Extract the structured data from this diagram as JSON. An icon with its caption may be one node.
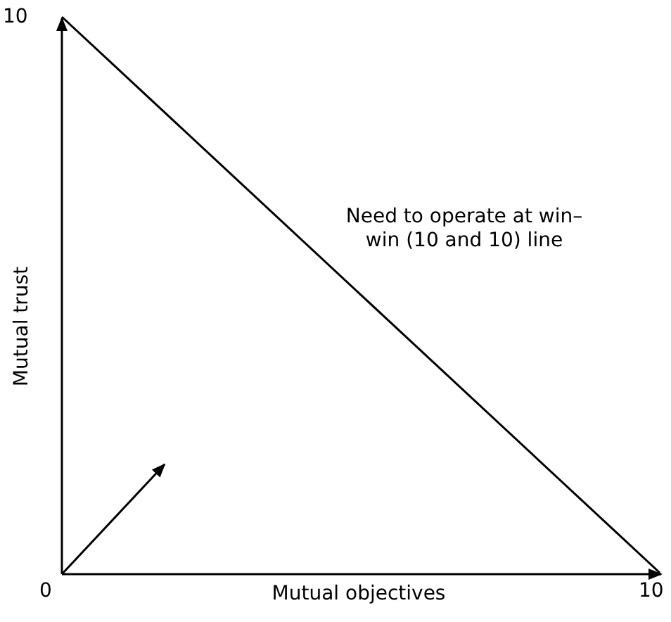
{
  "diagram": {
    "labels": [
      "10",
      "Need to operate at win–win (10 and 10) line",
      "Mutual trust",
      "0",
      "Mutual objectives",
      "10"
    ]
  }
}
